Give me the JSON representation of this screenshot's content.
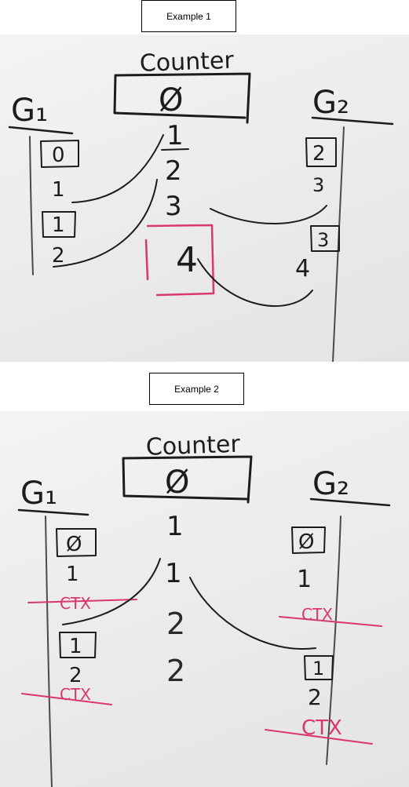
{
  "examples": [
    {
      "label": "Example 1",
      "board": {
        "counter_heading": "Counter",
        "counter_value": "Ø",
        "goroutine_left": "G₁",
        "goroutine_right": "G₂",
        "counter_sequence": [
          "1",
          "2",
          "3",
          "4"
        ],
        "left_steps": {
          "read": "0",
          "increment": "1",
          "read2": "1",
          "increment2": "2"
        },
        "right_steps": {
          "read": "2",
          "increment": "3",
          "read2": "3",
          "increment2": "4"
        }
      }
    },
    {
      "label": "Example 2",
      "board": {
        "counter_heading": "Counter",
        "counter_value": "Ø",
        "goroutine_left": "G₁",
        "goroutine_right": "G₂",
        "counter_sequence": [
          "1",
          "1",
          "2",
          "2"
        ],
        "left_steps": {
          "read": "Ø",
          "increment": "1",
          "switch": "CTX",
          "read2": "1",
          "increment2": "2",
          "switch2": "CTX"
        },
        "right_steps": {
          "read": "Ø",
          "increment": "1",
          "switch": "CTX",
          "read2": "1",
          "increment2": "2",
          "switch2": "CTX"
        }
      }
    }
  ],
  "colors": {
    "ink": "#1c1c1c",
    "highlight": "#d9386f",
    "board": "#ececec"
  }
}
